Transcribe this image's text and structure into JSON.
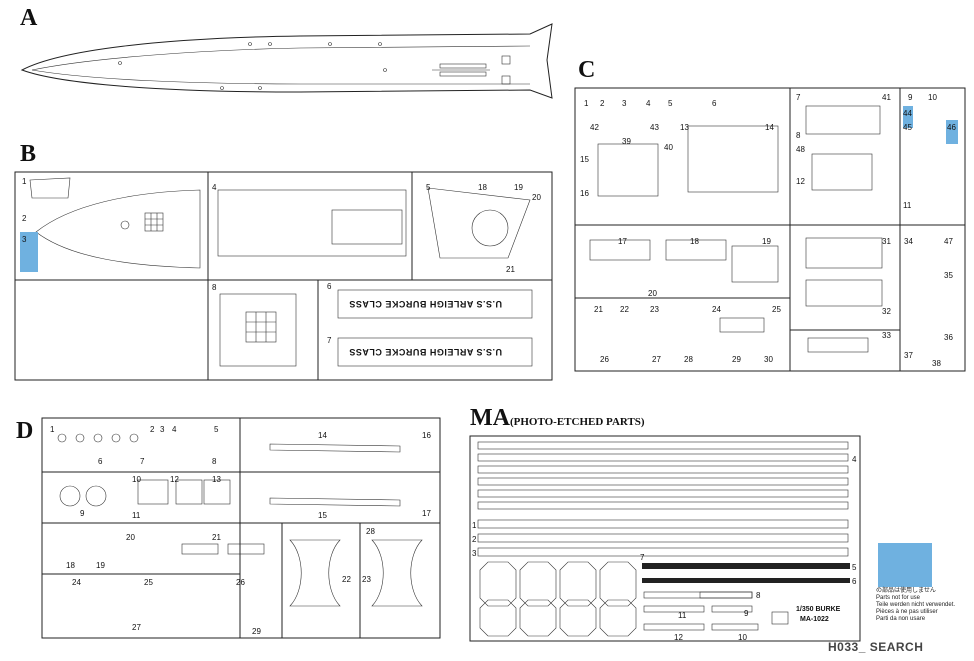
{
  "sheets": {
    "a": {
      "label": "A"
    },
    "b": {
      "label": "B"
    },
    "c": {
      "label": "C"
    },
    "d": {
      "label": "D"
    },
    "ma": {
      "label": "MA",
      "subtitle": "(PHOTO-ETCHED PARTS)",
      "scale_text": "1/350 BURKE",
      "code_text": "MA-1022"
    }
  },
  "b_plates": {
    "name_plate_1": "U.S.S ARLEIGH BURCKE CLASS",
    "name_plate_2": "U.S.S ARLEIGH BURCKE CLASS"
  },
  "part_numbers": {
    "b": [
      "1",
      "2",
      "3",
      "4",
      "5",
      "6",
      "7",
      "8",
      "18",
      "19",
      "20",
      "21"
    ],
    "c": [
      "1",
      "2",
      "3",
      "4",
      "5",
      "6",
      "7",
      "8",
      "9",
      "10",
      "11",
      "12",
      "13",
      "14",
      "15",
      "16",
      "17",
      "18",
      "19",
      "20",
      "21",
      "22",
      "23",
      "24",
      "25",
      "26",
      "27",
      "28",
      "29",
      "30",
      "31",
      "32",
      "33",
      "34",
      "35",
      "36",
      "37",
      "38",
      "39",
      "40",
      "41",
      "42",
      "43",
      "44",
      "45",
      "46",
      "47",
      "48"
    ],
    "d": [
      "1",
      "2",
      "3",
      "4",
      "5",
      "6",
      "7",
      "8",
      "9",
      "10",
      "11",
      "12",
      "13",
      "14",
      "15",
      "16",
      "17",
      "18",
      "19",
      "20",
      "21",
      "22",
      "23",
      "24",
      "25",
      "26",
      "27",
      "28",
      "29"
    ],
    "ma": [
      "1",
      "2",
      "3",
      "4",
      "5",
      "6",
      "7",
      "8",
      "9",
      "10",
      "11",
      "12"
    ]
  },
  "note": {
    "line_jp": "の部品は使用しません",
    "line_en": "Parts not for use",
    "line_de": "Teile werden nicht verwendet.",
    "line_fr1": "Pièces à ne pas utiliser",
    "line_it": "Parti da non usare"
  },
  "watermark": "H033_ SEARCH",
  "colors": {
    "unused_parts": "#6fb1e0",
    "line": "#222222"
  }
}
